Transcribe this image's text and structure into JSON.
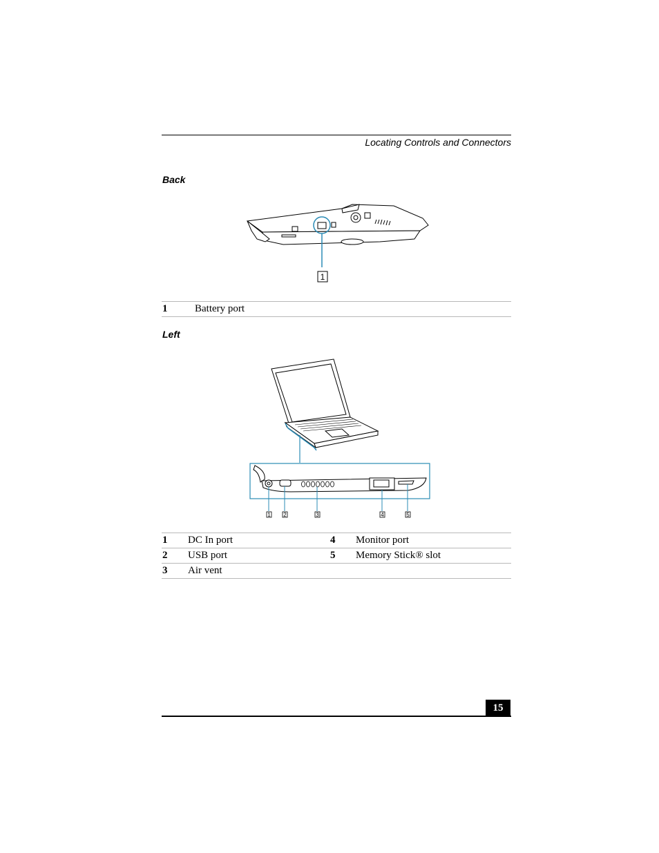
{
  "header": {
    "title": "Locating Controls and Connectors"
  },
  "back": {
    "heading": "Back",
    "callout": "1",
    "legend": [
      {
        "num": "1",
        "label": "Battery port"
      }
    ]
  },
  "left": {
    "heading": "Left",
    "callouts": [
      "1",
      "2",
      "3",
      "4",
      "5"
    ],
    "legend": [
      {
        "num": "1",
        "label": "DC In port"
      },
      {
        "num": "2",
        "label": "USB port"
      },
      {
        "num": "3",
        "label": "Air vent"
      },
      {
        "num": "4",
        "label": "Monitor port"
      },
      {
        "num": "5",
        "label": "Memory Stick® slot"
      }
    ]
  },
  "footer": {
    "page_number": "15"
  },
  "colors": {
    "accent": "#2a8bb5",
    "rule": "#000000"
  }
}
